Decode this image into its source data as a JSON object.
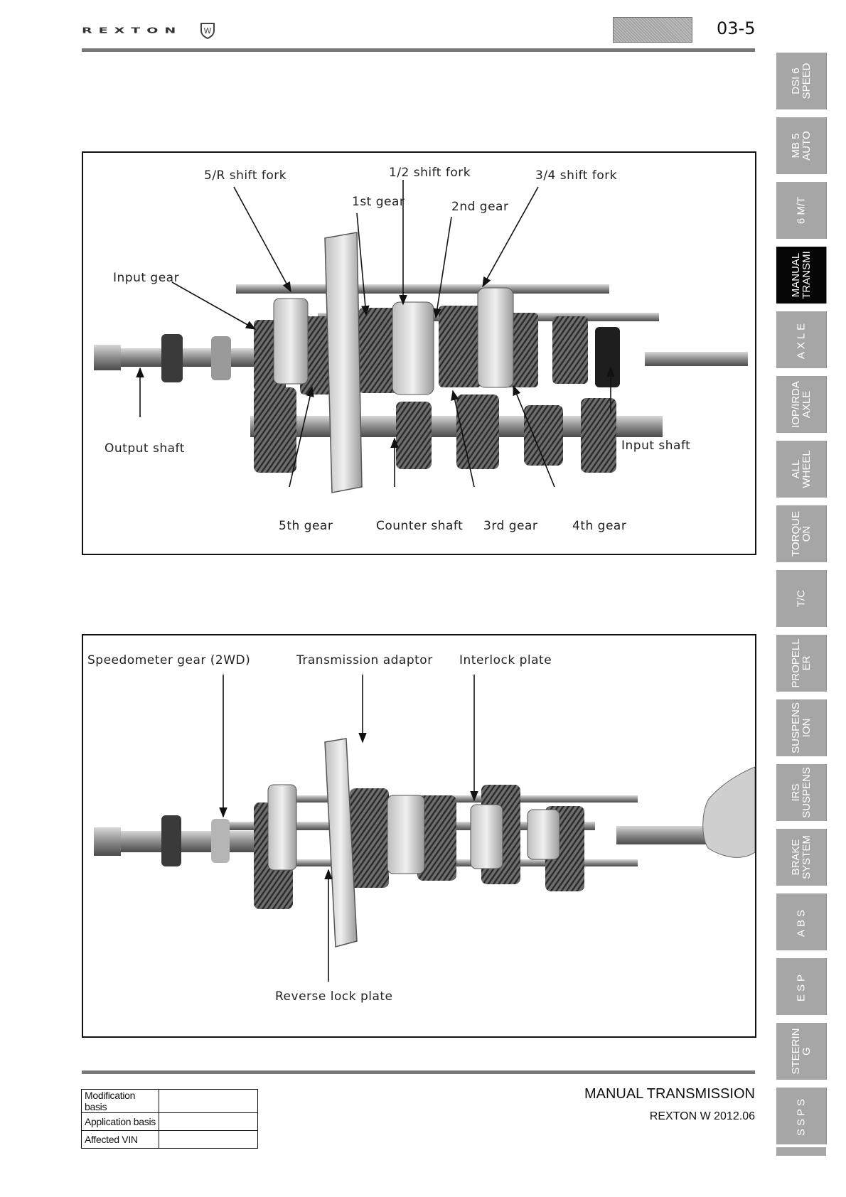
{
  "header": {
    "logo_text": "REXTON",
    "logo_mark": "W",
    "page_number": "03-5"
  },
  "figure1": {
    "labels": {
      "fork_5r": "5/R shift fork",
      "fork_12": "1/2 shift fork",
      "fork_34": "3/4 shift fork",
      "gear_1st": "1st gear",
      "gear_2nd": "2nd gear",
      "input_gear": "Input gear",
      "output_shaft": "Output shaft",
      "input_shaft": "Input shaft",
      "gear_5th": "5th gear",
      "counter_shaft": "Counter shaft",
      "gear_3rd": "3rd gear",
      "gear_4th": "4th gear"
    }
  },
  "figure2": {
    "labels": {
      "speedometer_gear": "Speedometer gear (2WD)",
      "transmission_adaptor": "Transmission adaptor",
      "interlock_plate": "Interlock plate",
      "reverse_lock_plate": "Reverse lock plate"
    }
  },
  "side_tabs": [
    {
      "label": "DSI 6\nSPEED",
      "active": false
    },
    {
      "label": "MB 5\nAUTO",
      "active": false
    },
    {
      "label": "6 M/T",
      "active": false
    },
    {
      "label": "MANUAL\nTRANSMI",
      "active": true
    },
    {
      "label": "AXLE",
      "active": false
    },
    {
      "label": "IOP/IRDA\nAXLE",
      "active": false
    },
    {
      "label": "ALL\nWHEEL",
      "active": false
    },
    {
      "label": "TORQUE\nON",
      "active": false
    },
    {
      "label": "T/C",
      "active": false
    },
    {
      "label": "PROPELL\nER",
      "active": false
    },
    {
      "label": "SUSPENS\nION",
      "active": false
    },
    {
      "label": "IRS\nSUSPENS",
      "active": false
    },
    {
      "label": "BRAKE\nSYSTEM",
      "active": false
    },
    {
      "label": "ABS",
      "active": false
    },
    {
      "label": "ESP",
      "active": false
    },
    {
      "label": "STEERIN\nG",
      "active": false
    },
    {
      "label": "SSPS",
      "active": false
    }
  ],
  "footer": {
    "info_rows": [
      {
        "key": "Modification basis",
        "value": ""
      },
      {
        "key": "Application basis",
        "value": ""
      },
      {
        "key": "Affected VIN",
        "value": ""
      }
    ],
    "section_title": "MANUAL TRANSMISSION",
    "model": "REXTON W 2012.06"
  }
}
